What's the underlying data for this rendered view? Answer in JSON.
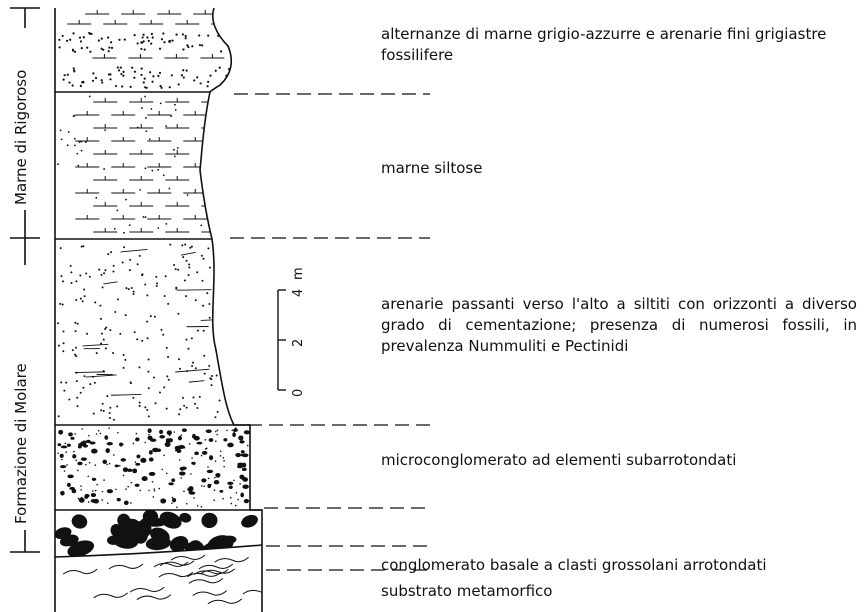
{
  "formations": {
    "upper": "Marne di Rigoroso",
    "lower": "Formazione di Molare"
  },
  "scale": {
    "ticks": [
      "0",
      "2",
      "4"
    ],
    "unit": "m"
  },
  "layers": [
    {
      "id": "alternanze",
      "pattern": "marl-sand-alternation",
      "text": "alternanze di marne grigio-azzurre e arenarie fini grigiastre fossilifere"
    },
    {
      "id": "marne-siltose",
      "pattern": "silty-marl",
      "text": "marne siltose"
    },
    {
      "id": "arenarie",
      "pattern": "sandstone",
      "text": "arenarie passanti verso l'alto a siltiti con orizzonti a diverso grado di cementazione; presenza di numerosi fossili, in prevalenza Nummuliti e Pectinidi"
    },
    {
      "id": "microconglomerato",
      "pattern": "micro-conglomerate",
      "text": "microconglomerato ad elementi subarrotondati"
    },
    {
      "id": "conglomerato",
      "pattern": "conglomerate",
      "text": "conglomerato basale a clasti grossolani arrotondati"
    },
    {
      "id": "substrato",
      "pattern": "metamorphic",
      "text": "substrato metamorfico"
    }
  ],
  "colors": {
    "ink": "#111111",
    "paper": "#ffffff"
  }
}
